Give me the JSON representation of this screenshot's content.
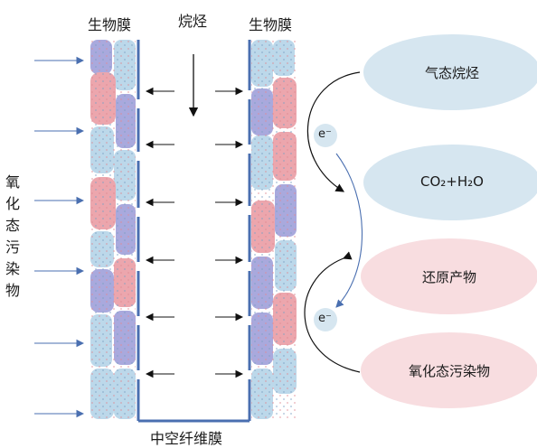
{
  "labels": {
    "biofilm_left": "生物膜",
    "alkane": "烷烃",
    "biofilm_right": "生物膜",
    "hollow_fiber": "中空纤维膜",
    "oxidized_pollutant_vertical": [
      "氧",
      "化",
      "态",
      "污",
      "染",
      "物"
    ]
  },
  "ellipses": [
    {
      "label": "气态烷烃",
      "color": "#d6e6f0"
    },
    {
      "label": "CO₂+H₂O",
      "color": "#d6e6f0"
    },
    {
      "label": "还原产物",
      "color": "#f8dde0"
    },
    {
      "label": "氧化态污染物",
      "color": "#f8dde0"
    }
  ],
  "electrons": [
    "e⁻",
    "e⁻"
  ],
  "colors": {
    "cell_blue": "#bcd8ea",
    "cell_purple": "#a9a9dd",
    "cell_pink": "#eca6ad",
    "membrane": "#5470b5"
  }
}
